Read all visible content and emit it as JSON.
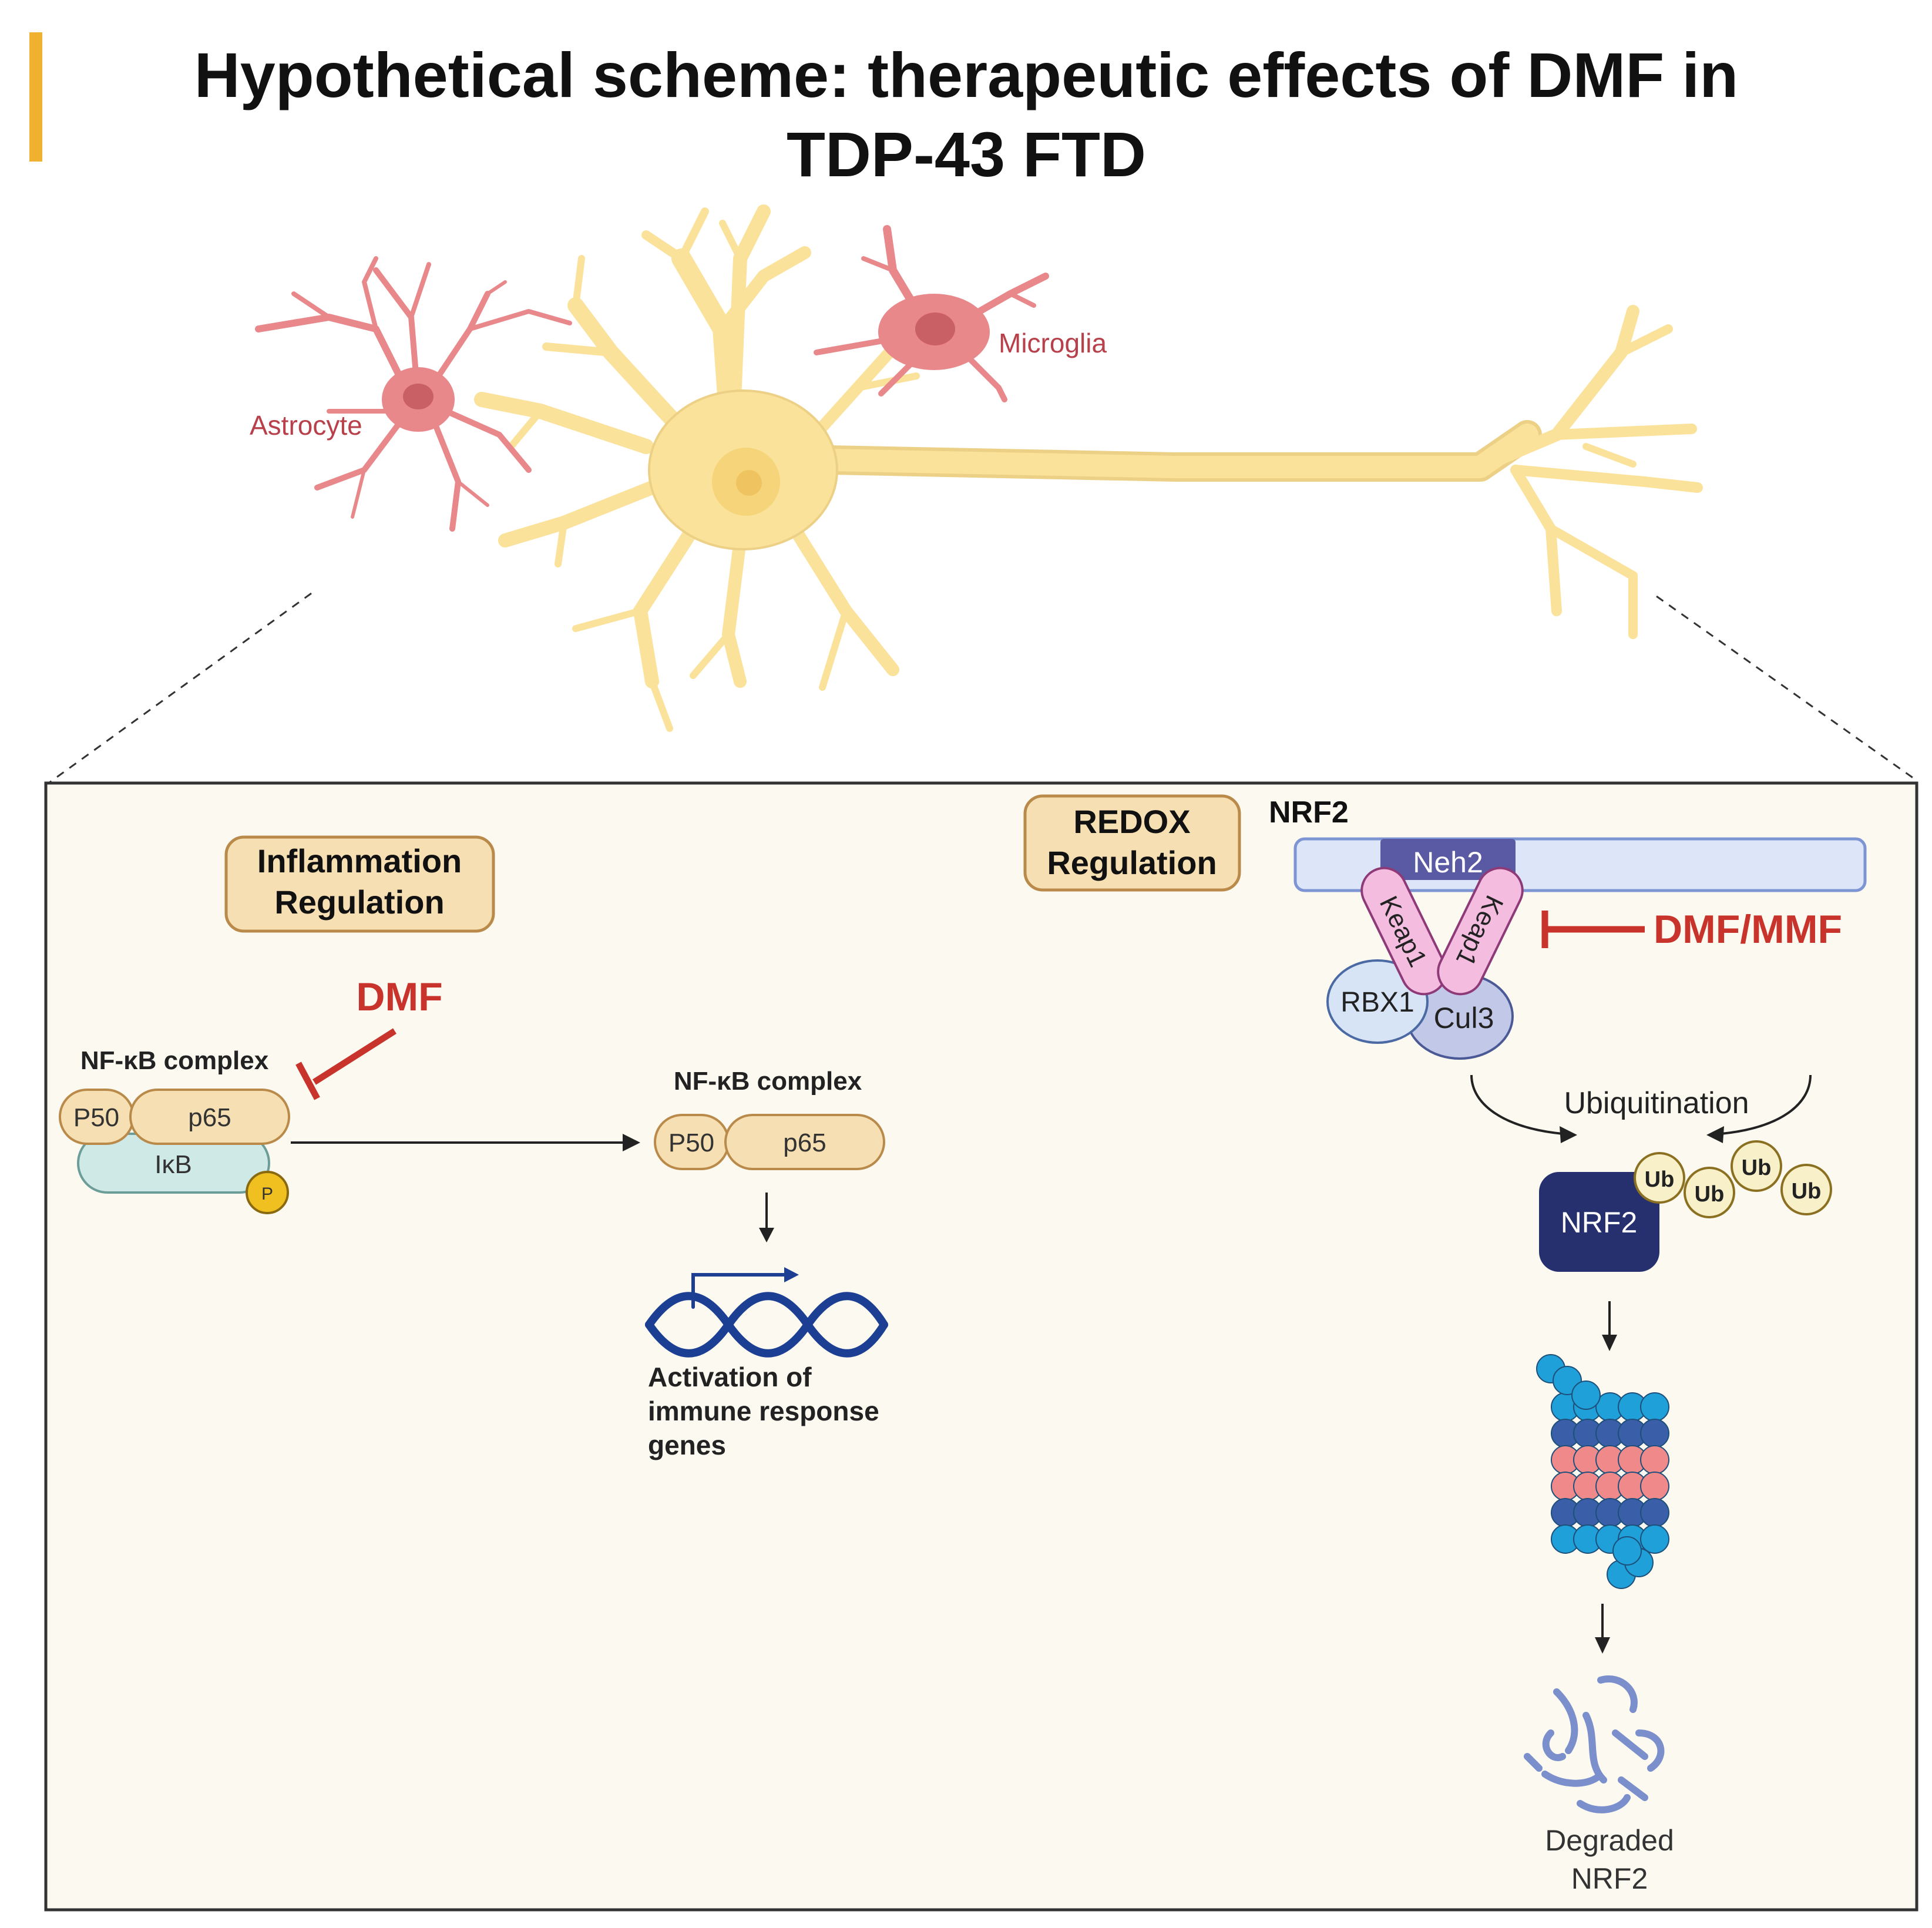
{
  "title": {
    "line1": "Hypothetical scheme: therapeutic effects of DMF in",
    "line2": "TDP-43 FTD"
  },
  "cells": {
    "astrocyte": "Astrocyte",
    "microglia": "Microglia"
  },
  "inflammation": {
    "box_line1": "Inflammation",
    "box_line2": "Regulation",
    "inhibitor": "DMF",
    "complex_label": "NF-κB complex",
    "p50": "P50",
    "p65": "p65",
    "ikb": "IκB",
    "phospho": "P",
    "active_complex_label": "NF-κB complex",
    "active_p50": "P50",
    "active_p65": "p65",
    "outcome_line1": "Activation of",
    "outcome_line2": "immune response",
    "outcome_line3": "genes"
  },
  "redox": {
    "box_line1": "REDOX",
    "box_line2": "Regulation",
    "nrf2_label": "NRF2",
    "neh2": "Neh2",
    "keap1_left": "Keap1",
    "keap1_right": "Keap1",
    "inhibitor": "DMF/MMF",
    "rbx1": "RBX1",
    "cul3": "Cul3",
    "process": "Ubiquitination",
    "nrf2_protein": "NRF2",
    "ub": [
      "Ub",
      "Ub",
      "Ub",
      "Ub"
    ],
    "degraded_line1": "Degraded",
    "degraded_line2": "NRF2"
  },
  "colors": {
    "accent_bar": "#f0b030",
    "neuron": "#fbe29a",
    "glia": "#e8888a",
    "panel": "#fbf9f0",
    "inhibitor_red": "#c8332b",
    "tan_box": "#f6dfb2",
    "keap1": "#f4bde0",
    "neh2": "#5a5aa4",
    "nrf2_protein": "#26306e",
    "dna": "#1c3f94"
  }
}
